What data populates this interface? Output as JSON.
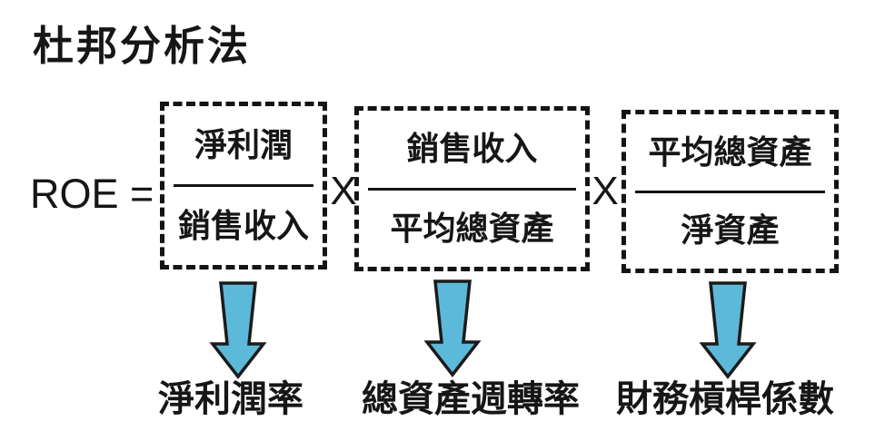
{
  "title": "杜邦分析法",
  "formula": {
    "lhs_label": "ROE =",
    "multiply_symbol": "X",
    "terms": [
      {
        "numerator": "淨利潤",
        "denominator": "銷售收入",
        "result_label": "淨利潤率"
      },
      {
        "numerator": "銷售收入",
        "denominator": "平均總資產",
        "result_label": "總資產週轉率"
      },
      {
        "numerator": "平均總資產",
        "denominator": "淨資產",
        "result_label": "財務槓桿係數"
      }
    ]
  },
  "colors": {
    "arrow_fill": "#5cb9d9",
    "arrow_stroke": "#1b1b1b",
    "text": "#161616",
    "background": "#ffffff"
  }
}
